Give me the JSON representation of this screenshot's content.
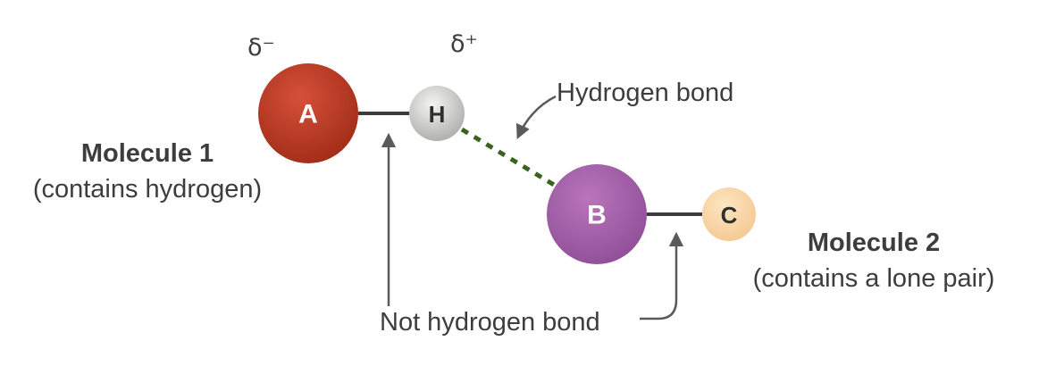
{
  "atoms": {
    "a": {
      "label": "A",
      "partial_charge": "δ⁻",
      "fill_center": "#d5503a",
      "fill_edge": "#9e2a14",
      "text_color": "#ffffff"
    },
    "h": {
      "label": "H",
      "partial_charge": "δ⁺",
      "fill_center": "#f4f4f2",
      "fill_edge": "#a8a8a6",
      "text_color": "#2e2e2e"
    },
    "b": {
      "label": "B",
      "fill_center": "#b875bc",
      "fill_edge": "#8d4c94",
      "text_color": "#ffffff"
    },
    "c": {
      "label": "C",
      "fill_center": "#fce6c2",
      "fill_edge": "#f5c68e",
      "text_color": "#2e2e2e"
    }
  },
  "annotations": {
    "hydrogen_bond": "Hydrogen bond",
    "not_hydrogen_bond": "Not hydrogen bond"
  },
  "molecule1": {
    "title": "Molecule 1",
    "subtitle": "(contains hydrogen)"
  },
  "molecule2": {
    "title": "Molecule 2",
    "subtitle": "(contains a lone pair)"
  },
  "colors": {
    "text": "#3d3d3d",
    "bond_line": "#3c3c3c",
    "hydrogen_bond_line": "#3a6320",
    "arrow": "#5a5a5a"
  }
}
